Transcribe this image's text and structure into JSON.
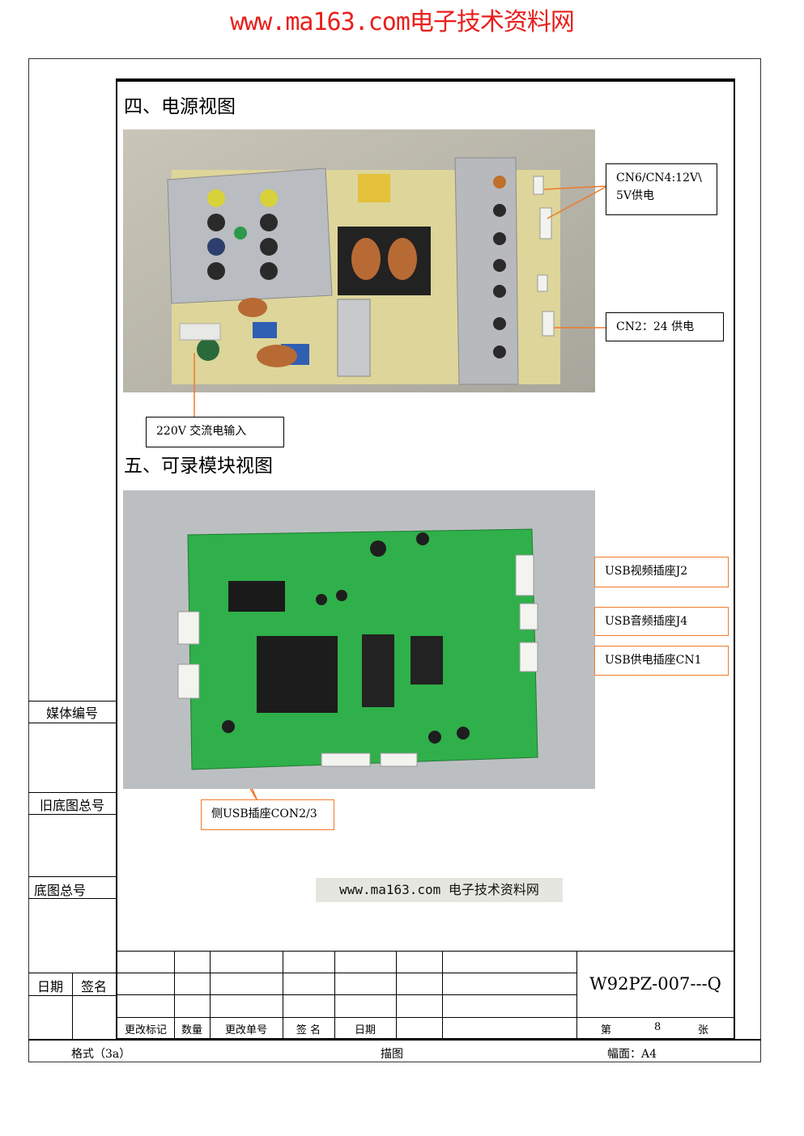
{
  "header": {
    "title": "www.ma163.com电子技术资料网"
  },
  "section4": {
    "title": "四、电源视图"
  },
  "section5": {
    "title": "五、可录模块视图"
  },
  "power_callouts": {
    "cn6_cn4": "CN6/CN4:12V\\ 5V供电",
    "cn2": "CN2：24 供电",
    "ac_input": "220V 交流电输入"
  },
  "module_callouts": {
    "usb_video": "USB视频插座J2",
    "usb_audio": "USB音频插座J4",
    "usb_power": "USB供电插座CN1",
    "side_usb": "侧USB插座CON2/3"
  },
  "watermark": {
    "text": "www.ma163.com 电子技术资料网"
  },
  "side_labels": {
    "media_no": "媒体编号",
    "old_base_no": "旧底图总号",
    "base_no": "底图总号",
    "date": "日期",
    "sign": "签名"
  },
  "title_block": {
    "doc_no": "W92PZ-007---Q",
    "col_labels": [
      "更改标记",
      "数量",
      "更改单号",
      "签 名",
      "日期"
    ],
    "sheet_prefix": "第",
    "sheet_no": "8",
    "sheet_suffix": "张"
  },
  "footer": {
    "format": "格式（3a）",
    "type": "描图",
    "size": "幅面：A4"
  },
  "colors": {
    "header_red": "#e8201c",
    "callout_orange": "#f07a2a"
  }
}
